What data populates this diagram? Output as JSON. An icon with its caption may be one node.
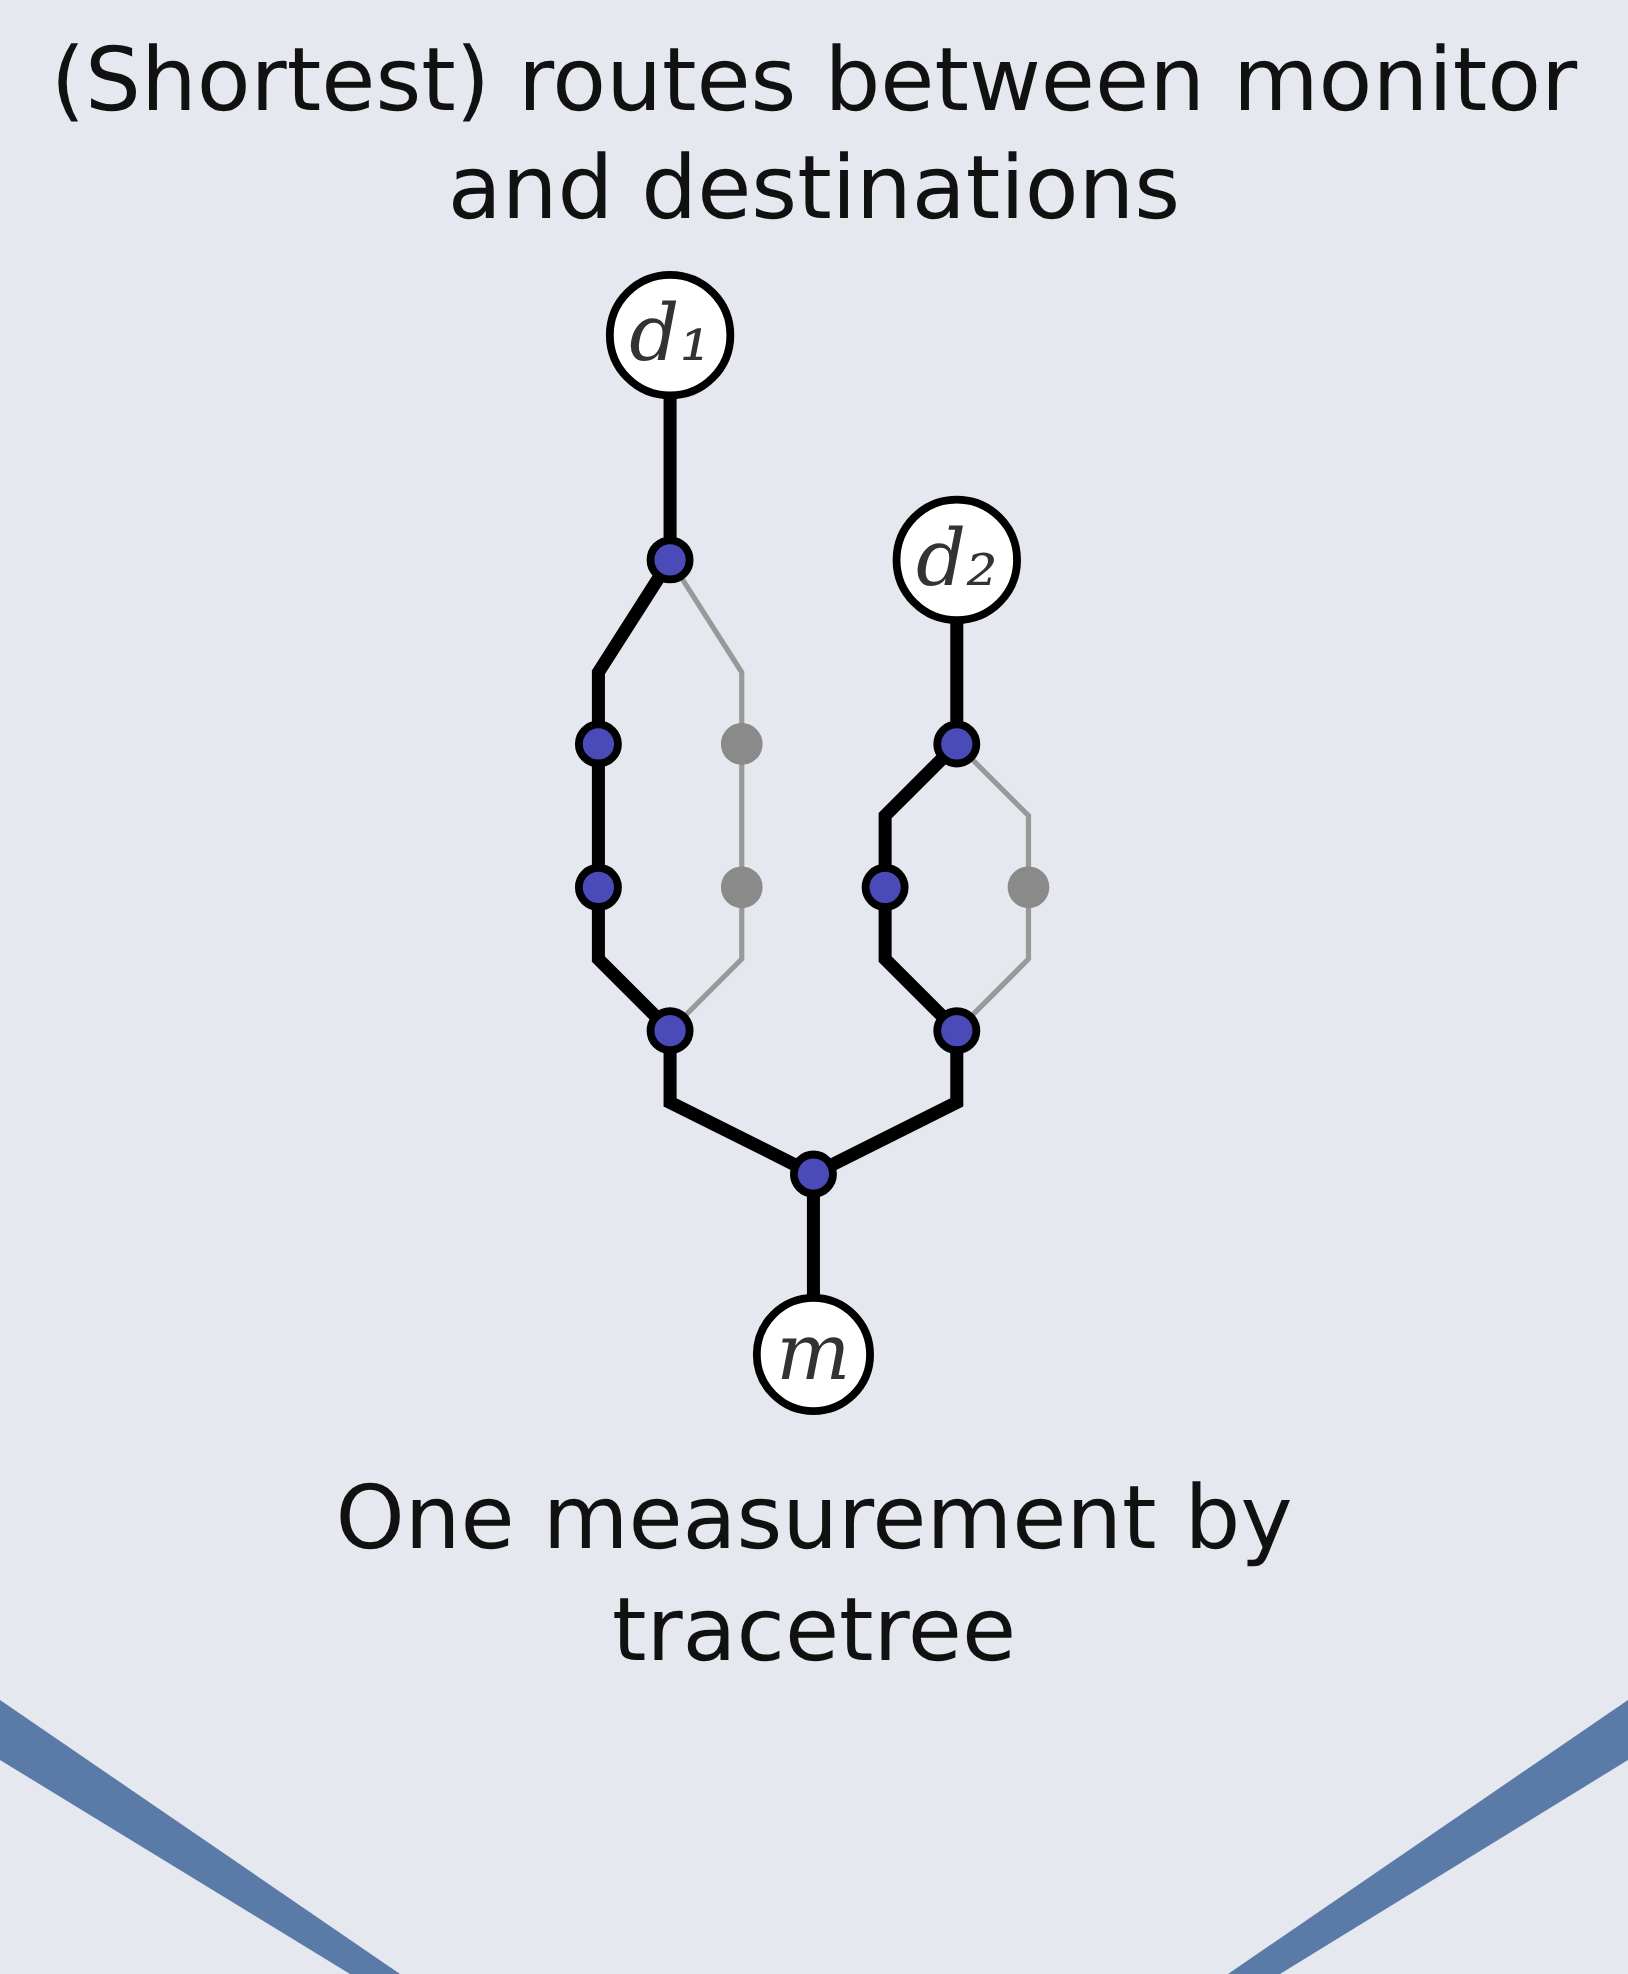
{
  "diagram": {
    "title": "(Shortest) routes between monitor and destinations",
    "caption": "One measurement by tracetree",
    "nodes": [
      {
        "text": [
          "d₁"
        ]
      },
      {
        "text": [
          "d₂"
        ]
      },
      {
        "text": [],
        "shape": "circle"
      },
      {
        "text": [],
        "shape": "circle"
      },
      {
        "text": [],
        "shape": "circle"
      },
      {
        "text": [],
        "shape": "circle"
      },
      {
        "text": [],
        "shape": "circle"
      },
      {
        "text": [],
        "shape": "circle"
      },
      {
        "text": [],
        "shape": "circle"
      },
      {
        "text": [],
        "shape": "circle"
      },
      {
        "text": [],
        "shape": "circle"
      },
      {
        "text": [],
        "shape": "circle"
      },
      {
        "text": [],
        "shape": "circle"
      },
      {
        "text": [
          "m"
        ]
      }
    ],
    "edges": [
      {
        "from": 0,
        "to": 2,
        "arrow": "none"
      },
      {
        "from": 2,
        "to": 3,
        "arrow": "none",
        "color": "#999999"
      },
      {
        "from": 3,
        "to": 5,
        "arrow": "none",
        "color": "#999999"
      },
      {
        "from": 2,
        "to": 7,
        "arrow": "none"
      },
      {
        "from": 7,
        "to": 8,
        "arrow": "none"
      },
      {
        "from": 8,
        "to": 9,
        "arrow": "none"
      },
      {
        "from": 5,
        "to": 9,
        "arrow": "none",
        "color": "#999999"
      },
      {
        "from": 9,
        "to": 12,
        "arrow": "none"
      },
      {
        "from": 1,
        "to": 4,
        "arrow": "none"
      },
      {
        "from": 4,
        "to": 6,
        "arrow": "none"
      },
      {
        "from": 4,
        "to": 11,
        "arrow": "none",
        "color": "#999999"
      },
      {
        "from": 6,
        "to": 10,
        "arrow": "none"
      },
      {
        "from": 11,
        "to": 10,
        "arrow": "none",
        "color": "#999999"
      },
      {
        "from": 10,
        "to": 12,
        "arrow": "none"
      },
      {
        "from": 12,
        "to": 13,
        "arrow": "none"
      }
    ]
  }
}
